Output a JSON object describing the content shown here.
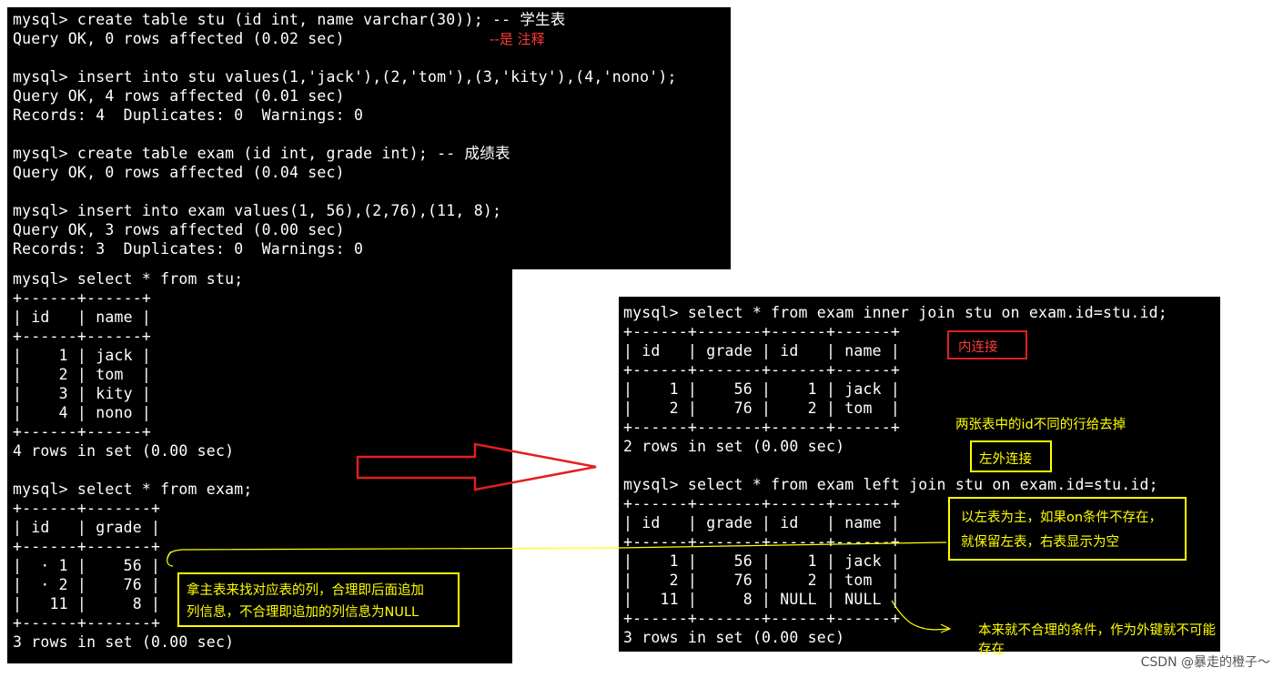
{
  "left_terminal_top": {
    "lines": [
      "mysql> create table stu (id int, name varchar(30)); -- 学生表",
      "Query OK, 0 rows affected (0.02 sec)",
      "",
      "mysql> insert into stu values(1,'jack'),(2,'tom'),(3,'kity'),(4,'nono');",
      "Query OK, 4 rows affected (0.01 sec)",
      "Records: 4  Duplicates: 0  Warnings: 0",
      "",
      "mysql> create table exam (id int, grade int); -- 成绩表",
      "Query OK, 0 rows affected (0.04 sec)",
      "",
      "mysql> insert into exam values(1, 56),(2,76),(11, 8);",
      "Query OK, 3 rows affected (0.00 sec)",
      "Records: 3  Duplicates: 0  Warnings: 0"
    ],
    "comment_note": "--是 注释"
  },
  "left_terminal_bottom": {
    "lines": [
      "mysql> select * from stu;",
      "+------+------+",
      "| id   | name |",
      "+------+------+",
      "|    1 | jack |",
      "|    2 | tom  |",
      "|    3 | kity |",
      "|    4 | nono |",
      "+------+------+",
      "4 rows in set (0.00 sec)",
      "",
      "mysql> select * from exam;",
      "+------+-------+",
      "| id   | grade |",
      "+------+-------+",
      "|  · 1 |    56 |",
      "|  · 2 |    76 |",
      "|   11 |     8 |",
      "+------+-------+",
      "3 rows in set (0.00 sec)"
    ],
    "note": "拿主表来找对应表的列，合理即后面追加\n列信息，不合理即追加的列信息为NULL"
  },
  "right_terminal": {
    "lines": [
      "mysql> select * from exam inner join stu on exam.id=stu.id;",
      "+------+-------+------+------+",
      "| id   | grade | id   | name |",
      "+------+-------+------+------+",
      "|    1 |    56 |    1 | jack |",
      "|    2 |    76 |    2 | tom  |",
      "+------+-------+------+------+",
      "2 rows in set (0.00 sec)",
      "",
      "mysql> select * from exam left join stu on exam.id=stu.id;",
      "+------+-------+------+------+",
      "| id   | grade | id   | name |",
      "+------+-------+------+------+",
      "|    1 |    56 |    1 | jack |",
      "|    2 |    76 |    2 | tom  |",
      "|   11 |     8 | NULL | NULL |",
      "+------+-------+------+------+",
      "3 rows in set (0.00 sec)"
    ],
    "inner_join_label": "内连接",
    "inner_join_note": "两张表中的id不同的行给去掉",
    "left_join_label": "左外连接",
    "left_join_note": "以左表为主，如果on条件不存在，\n就保留左表，右表显示为空",
    "null_note": "本来就不合理的条件，作为外键就不可能存在"
  },
  "watermark": "CSDN @暴走的橙子～",
  "colors": {
    "terminal_bg": "#000000",
    "text": "#ffffff",
    "annotation_yellow": "#ffff00",
    "annotation_red": "#e02020"
  }
}
